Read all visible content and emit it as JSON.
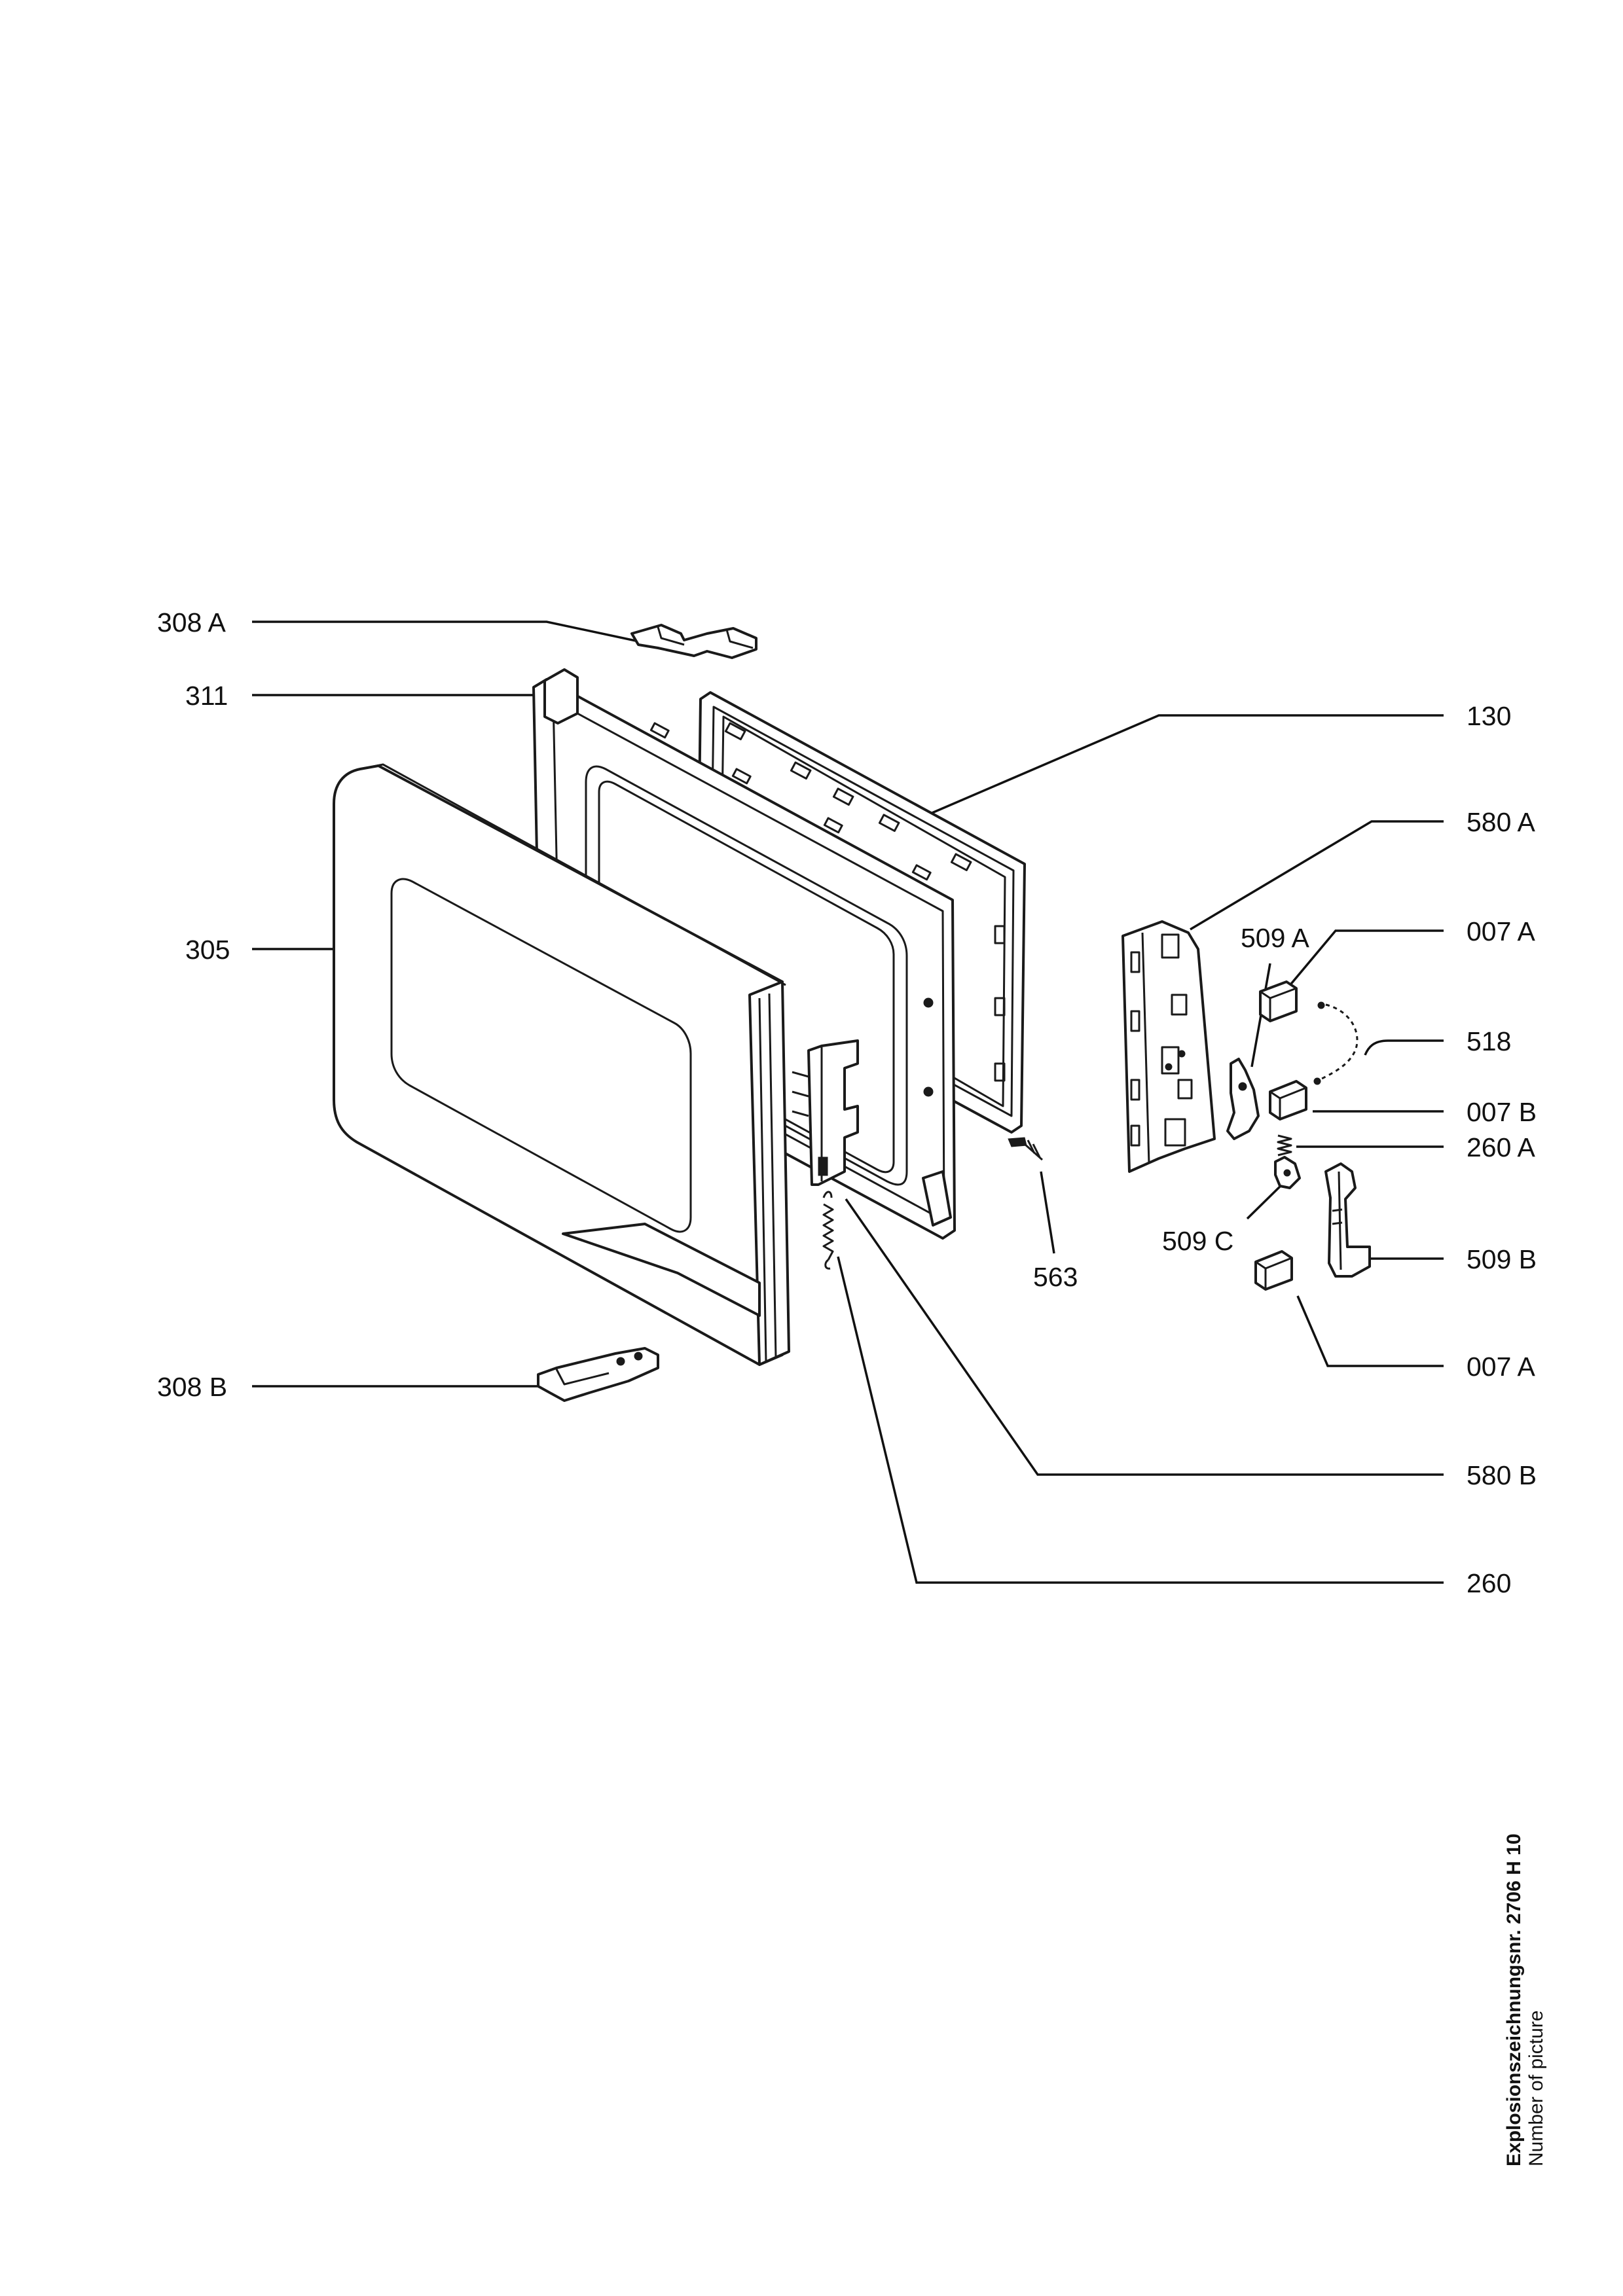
{
  "parts": {
    "p308a": "308 A",
    "p311": "311",
    "p305": "305",
    "p308b": "308 B",
    "p130": "130",
    "p580a": "580 A",
    "p509a": "509 A",
    "p007a_top": "007 A",
    "p518": "518",
    "p007b": "007 B",
    "p260a": "260 A",
    "p509c": "509 C",
    "p509b": "509 B",
    "p563": "563",
    "p007a_bottom": "007 A",
    "p580b": "580 B",
    "p260": "260"
  },
  "footer": {
    "drawing_number": "Explosionszeichnungsnr. 2706 H 10",
    "subtitle": "Number of picture"
  },
  "colors": {
    "ink": "#1a1a1a",
    "paper": "#ffffff"
  }
}
